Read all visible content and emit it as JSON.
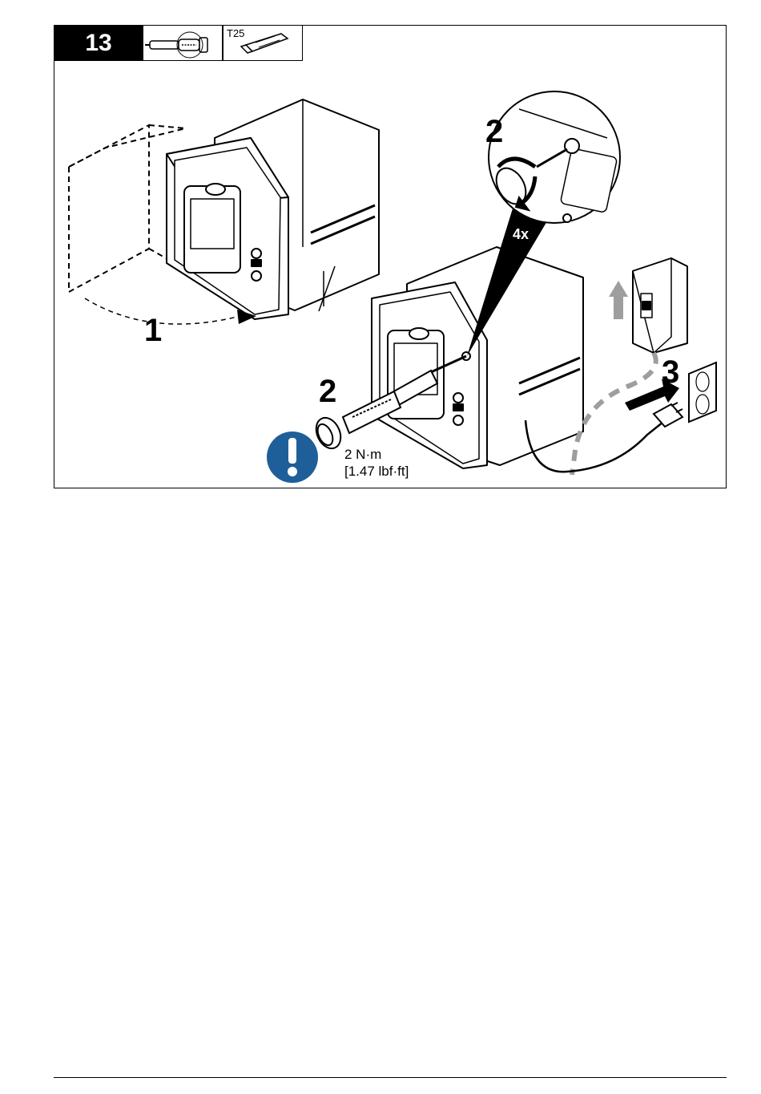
{
  "header": {
    "step_number": "13",
    "bit_label": "T25",
    "driver_icon": "torque-screwdriver-icon",
    "bit_icon": "torx-bit-icon"
  },
  "callouts": {
    "step1": "1",
    "step2_detail": "2",
    "step2_driver": "2",
    "step3": "3",
    "repeat": "4x"
  },
  "torque": {
    "metric": "2 N·m",
    "imperial": "[1.47 lbf·ft]",
    "notice_icon": "exclamation-notice-icon"
  },
  "colors": {
    "notice_blue": "#1f5f99",
    "dashed_cable": "#9e9e9e",
    "panel_gray": "#bdbdbd"
  }
}
